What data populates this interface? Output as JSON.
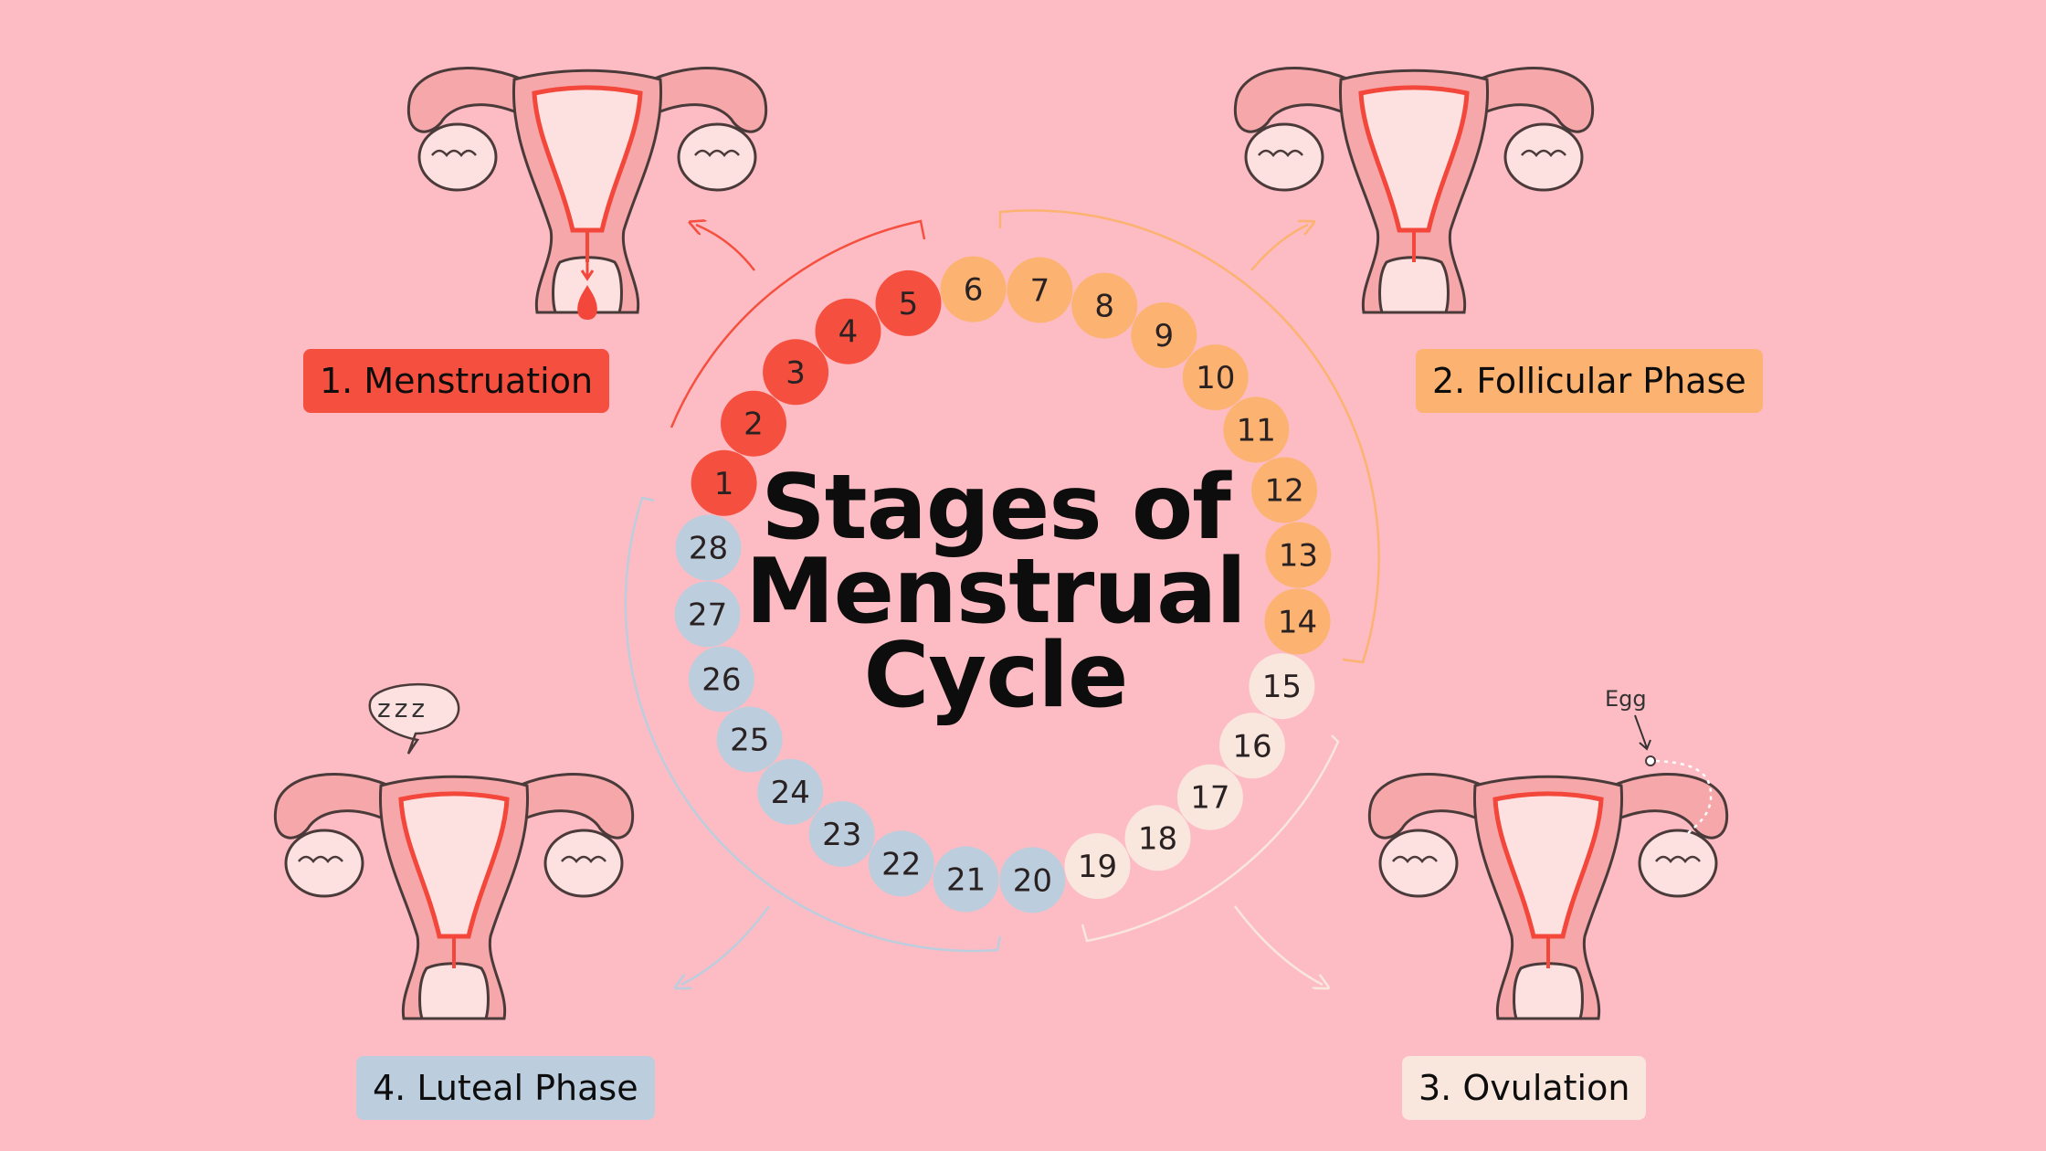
{
  "title": {
    "line1": "Stages of",
    "line2": "Menstrual",
    "line3": "Cycle"
  },
  "phases": {
    "menstruation": {
      "label": "1. Menstruation",
      "color": "#f5503f",
      "days": [
        1,
        2,
        3,
        4,
        5
      ]
    },
    "follicular": {
      "label": "2. Follicular Phase",
      "color": "#fcb270",
      "days": [
        6,
        7,
        8,
        9,
        10,
        11,
        12,
        13,
        14
      ]
    },
    "ovulation": {
      "label": "3. Ovulation",
      "color": "#f9e6dd",
      "days": [
        15,
        16,
        17,
        18,
        19
      ]
    },
    "luteal": {
      "label": "4. Luteal Phase",
      "color": "#bccddd",
      "days": [
        20,
        21,
        22,
        23,
        24,
        25,
        26,
        27,
        28
      ]
    }
  },
  "days": [
    "1",
    "2",
    "3",
    "4",
    "5",
    "6",
    "7",
    "8",
    "9",
    "10",
    "11",
    "12",
    "13",
    "14",
    "15",
    "16",
    "17",
    "18",
    "19",
    "20",
    "21",
    "22",
    "23",
    "24",
    "25",
    "26",
    "27",
    "28"
  ],
  "illustrations": {
    "luteal_bubble": "zzz",
    "ovulation_note": "Egg"
  },
  "colors": {
    "background": "#fdbcc3",
    "uterus_fill": "#f6a7aa",
    "uterus_inner": "#fde1e0",
    "lining": "#f2473a",
    "outline": "#4a3a3a"
  }
}
